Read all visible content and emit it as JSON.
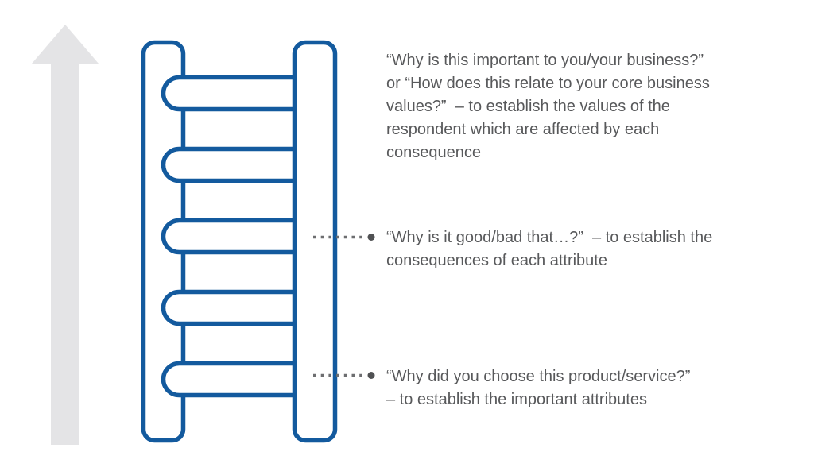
{
  "colors": {
    "ladder": "#135a9e",
    "arrow": "#e4e4e6",
    "text": "#58595b",
    "leader_dash": "#6d6e70",
    "leader_dot": "#505153",
    "background": "#ffffff"
  },
  "ladder": {
    "rung_count": 5,
    "first_rung_y": 97.5,
    "rung_pitch": 90,
    "rung_height": 40,
    "rung_x": 205.5,
    "rung_width": 192
  },
  "annotations": {
    "top": {
      "lines": [
        "“Why is this important to you/your business?”",
        "or “How does this relate to your core business",
        "values?”  – to establish the values of the",
        "respondent which are affected by each",
        "consequence"
      ]
    },
    "middle": {
      "lines": [
        "“Why is it good/bad that…?”  – to establish the",
        "consequences of each attribute"
      ]
    },
    "bottom": {
      "lines": [
        "“Why did you choose this product/service?”",
        "– to establish the important attributes"
      ]
    }
  }
}
